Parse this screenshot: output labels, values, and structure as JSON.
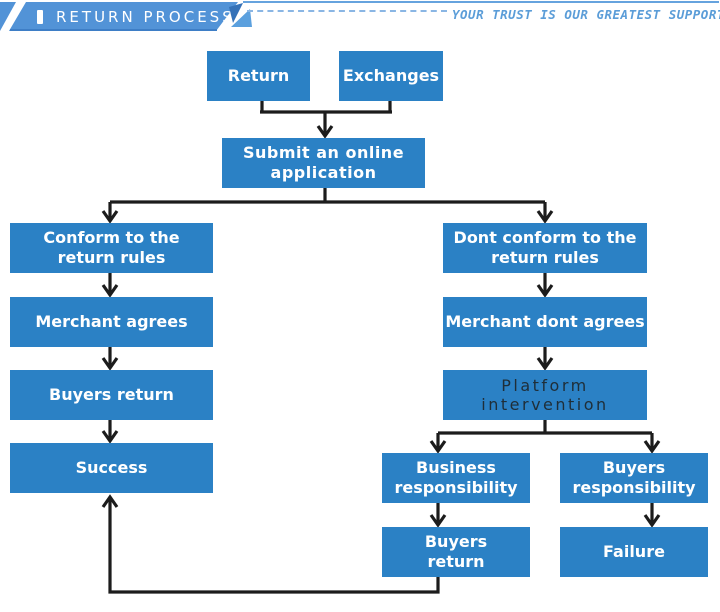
{
  "header": {
    "title": "RETURN PROCESS",
    "tagline": "YOUR TRUST IS OUR GREATEST SUPPORT"
  },
  "colors": {
    "node_blue": "#2b81c5",
    "banner_blue": "#5293d7",
    "accent_blue": "#5b9dd8",
    "arrow_black": "#1c1c1c",
    "platform_text_dark": "#1f2e38"
  },
  "nodes": [
    {
      "id": "return",
      "lines": [
        "Return"
      ]
    },
    {
      "id": "exchanges",
      "lines": [
        "Exchanges"
      ]
    },
    {
      "id": "submit-application",
      "lines": [
        "Submit an online",
        "application"
      ]
    },
    {
      "id": "conform-rules",
      "lines": [
        "Conform to the",
        "return rules"
      ]
    },
    {
      "id": "merchant-agrees",
      "lines": [
        "Merchant agrees"
      ]
    },
    {
      "id": "buyers-return",
      "lines": [
        "Buyers return"
      ]
    },
    {
      "id": "success",
      "lines": [
        "Success"
      ]
    },
    {
      "id": "dont-conform-rules",
      "lines": [
        "Dont conform to the",
        "return rules"
      ]
    },
    {
      "id": "merchant-dont-agrees",
      "lines": [
        "Merchant dont agrees"
      ]
    },
    {
      "id": "platform-intervention",
      "lines": [
        "Platform",
        "intervention"
      ]
    },
    {
      "id": "business-responsibility",
      "lines": [
        "Business",
        "responsibility"
      ]
    },
    {
      "id": "buyers-responsibility",
      "lines": [
        "Buyers",
        "responsibility"
      ]
    },
    {
      "id": "buyers-return-final",
      "lines": [
        "Buyers",
        "return"
      ]
    },
    {
      "id": "failure",
      "lines": [
        "Failure"
      ]
    }
  ]
}
